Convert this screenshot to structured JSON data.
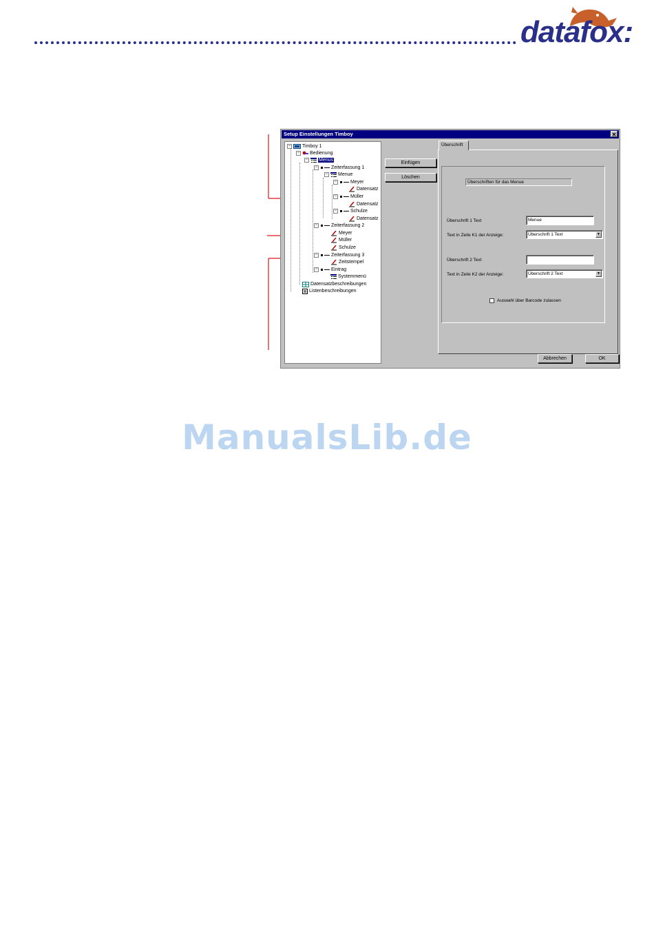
{
  "header": {
    "logo_text": "datafox:"
  },
  "watermark": "ManualsLib.de",
  "window": {
    "title": "Setup Einstellungen Timboy",
    "close_glyph": "✕",
    "tree": [
      {
        "label": "Timboy 1",
        "icon": "device-icon"
      },
      {
        "label": "Bedienung",
        "icon": "tools-icon"
      },
      {
        "label": "Menus",
        "icon": "menu-icon",
        "selected": true
      },
      {
        "label": "Zeiterfassung 1",
        "icon": "dash-icon"
      },
      {
        "label": "Menue",
        "icon": "menu-icon"
      },
      {
        "label": "Meyer",
        "icon": "dash-icon"
      },
      {
        "label": "Datensatz",
        "icon": "pen-icon"
      },
      {
        "label": "Müller",
        "icon": "dash-icon"
      },
      {
        "label": "Datensatz",
        "icon": "pen-icon"
      },
      {
        "label": "Schulze",
        "icon": "dash-icon"
      },
      {
        "label": "Datensatz",
        "icon": "pen-icon"
      },
      {
        "label": "Zeiterfassung 2",
        "icon": "dash-icon"
      },
      {
        "label": "Meyer",
        "icon": "pen-icon"
      },
      {
        "label": "Müller",
        "icon": "pen-icon"
      },
      {
        "label": "Schulze",
        "icon": "pen-icon"
      },
      {
        "label": "Zeiterfassung 3",
        "icon": "dash-icon"
      },
      {
        "label": "Zeitstempel",
        "icon": "pen-icon"
      },
      {
        "label": "Eintrag",
        "icon": "dash-icon"
      },
      {
        "label": "Systemmenü",
        "icon": "menu-icon"
      },
      {
        "label": "Datensatzbeschreibungen",
        "icon": "grid-icon"
      },
      {
        "label": "Listenbeschreibungen",
        "icon": "list-icon"
      }
    ],
    "buttons": {
      "insert": "Einfügen",
      "delete": "Löschen",
      "cancel": "Abbrechen",
      "ok": "OK"
    },
    "tab_label": "Überschrift",
    "group_label": "Überschriften für das Menue",
    "fields": {
      "heading1_label": "Überschrift 1  Text",
      "heading1_value": "Menue",
      "line1_label": "Text in Zeile K1 der Anzeige:",
      "line1_value": "Überschrift 1 Text",
      "heading2_label": "Überschrift 2  Text",
      "heading2_value": "",
      "line2_label": "Text in Zeile K2 der Anzeige:",
      "line2_value": "Überschrift 2 Text",
      "barcode_label": "Auswahl über Barcode zulassen",
      "barcode_checked": false
    },
    "dropdown_glyph": "▼"
  },
  "colors": {
    "brand_blue": "#2a2f8a",
    "fox_orange": "#c8602c",
    "annotation_red": "#e0141e",
    "titlebar": "#000080"
  }
}
